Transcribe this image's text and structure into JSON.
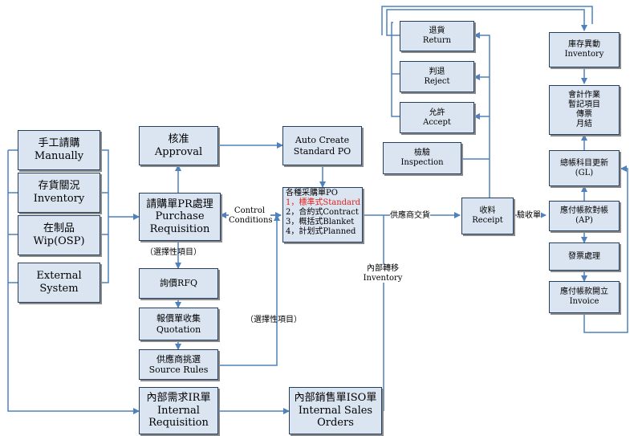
{
  "boxes": {
    "manually": {
      "line1": "手工請購",
      "line2": "Manually"
    },
    "inventory_src": {
      "line1": "存貨關況",
      "line2": "Inventory"
    },
    "wip": {
      "line1": "在制品",
      "line2": "Wip(OSP)"
    },
    "external": {
      "line1": "External",
      "line2": "System"
    },
    "approval": {
      "line1": "核准",
      "line2": "Approval"
    },
    "auto_create": {
      "line1": "Auto Create",
      "line2": "Standard PO"
    },
    "pr": {
      "line1": "請購單PR處理",
      "line2": "Purchase",
      "line3": "Requisition"
    },
    "po_types": {
      "title": "各種采購單PO",
      "items": [
        "1，標準式Standard",
        "2，合約式Contract",
        "3，概括式Blanket",
        "4，計划式Planned"
      ]
    },
    "rfq": {
      "line1": "詢價RFQ"
    },
    "quotation": {
      "line1": "報價單收集",
      "line2": "Quotation"
    },
    "source_rules": {
      "line1": "供應商挑選",
      "line2": "Source Rules"
    },
    "internal_req": {
      "line1": "內部需求IR單",
      "line2": "Internal",
      "line3": "Requisition"
    },
    "internal_so": {
      "line1": "內部銷售單ISO單",
      "line2": "Internal Sales",
      "line3": "Orders"
    },
    "return": {
      "line1": "退貨",
      "line2": "Return"
    },
    "reject": {
      "line1": "判退",
      "line2": "Reject"
    },
    "accept": {
      "line1": "允許",
      "line2": "Accept"
    },
    "inspection": {
      "line1": "檢驗",
      "line2": "Inspection"
    },
    "receipt": {
      "line1": "收料",
      "line2": "Receipt"
    },
    "inv_transfer": {
      "line1": "庫存異動",
      "line2": "Inventory"
    },
    "accounting": {
      "line1": "會計作業",
      "line2": "暫記項目",
      "line3": "傳票",
      "line4": "月結"
    },
    "gl": {
      "line1": "總帳科目更新",
      "line2": "(GL)"
    },
    "ap": {
      "line1": "應付帳款對帳",
      "line2": "(AP)"
    },
    "invoice_proc": {
      "line1": "發票處理"
    },
    "invoice": {
      "line1": "應付帳款開立",
      "line2": "Invoice"
    }
  },
  "labels": {
    "control": {
      "line1": "Control",
      "line2": "Conditions"
    },
    "optional1": "（選擇性項目）",
    "optional2": "（選擇性項目）",
    "supplier_delivery": "供應商交貨",
    "internal_transfer": {
      "line1": "內部轉移",
      "line2": "Inventory"
    },
    "receipt_verify": "驗收單"
  },
  "colors": {
    "box_fill": "#dbe5f1",
    "box_border": "#243f60",
    "connector": "#4f81bd",
    "highlight": "#e0201b"
  }
}
